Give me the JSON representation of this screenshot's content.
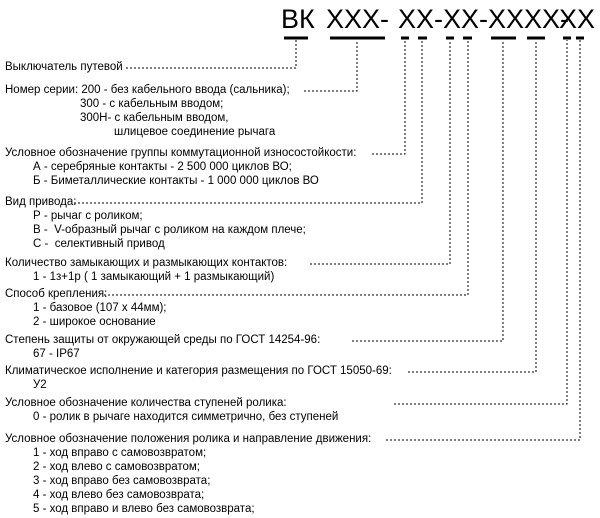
{
  "code": {
    "prefix": "ВК",
    "series": "ХХХ-",
    "seg2": "ХХ-",
    "seg3": "ХХ-",
    "seg4": "ХХХХ-",
    "seg5": "ХХ"
  },
  "sections": [
    {
      "header": "Выключатель путевой",
      "lines": []
    },
    {
      "header": "Номер серии: 200 - без кабельного ввода (сальника);",
      "lines": [
        "300 - с кабельным вводом;",
        "300Н- с кабельным вводом,",
        "шлицевое соединение рычага"
      ]
    },
    {
      "header": "Условное обозначение группы коммутационной износостойкости:",
      "lines": [
        "А - серебряные контакты - 2 500 000 циклов ВО;",
        "Б - Биметаллические контакты - 1 000 000 циклов ВО"
      ]
    },
    {
      "header": "Вид привода:",
      "lines": [
        "Р - рычаг с роликом;",
        "В -  V-образный рычаг с роликом на каждом плече;",
        "С -  селективный привод"
      ]
    },
    {
      "header": "Количество замыкающих и размыкающих контактов:",
      "lines": [
        "1 - 1з+1р ( 1 замыкающий + 1 размыкающий)"
      ]
    },
    {
      "header": "Способ крепления:",
      "lines": [
        "1 - базовое (107 х 44мм);",
        "2 - широкое основание"
      ]
    },
    {
      "header": "Степень защиты от окружающей среды по ГОСТ 14254-96:",
      "lines": [
        "67 - IP67"
      ]
    },
    {
      "header": "Климатическое исполнение и категория размещения по ГОСТ 15050-69:",
      "lines": [
        "У2"
      ]
    },
    {
      "header": "Условное обозначение количества ступеней ролика:",
      "lines": [
        "0 - ролик в рычаге находится симметрично, без ступеней"
      ]
    },
    {
      "header": "Условное обозначение положения ролика и направление движения:",
      "lines": [
        "1 - ход вправо с самовозвратом;",
        "2 - ход влево с самовозвратом;",
        "3 - ход вправо без самовозврата;",
        "4 - ход влево без самовозврата;",
        "5 - ход вправо и влево без самовозврата;"
      ]
    }
  ]
}
